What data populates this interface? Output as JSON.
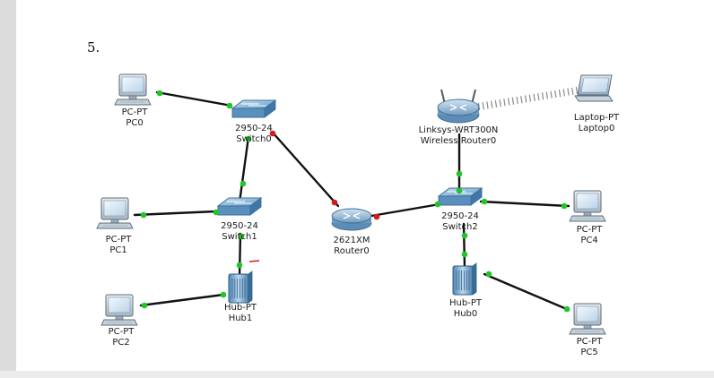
{
  "question_number": "5.",
  "colors": {
    "link": "#111111",
    "port_up": "#22c42a",
    "port_down": "#d41c1c",
    "wireless": "#8a8a8a"
  },
  "devices": [
    {
      "id": "pc0",
      "icon": "pc-icon",
      "line1": "PC-PT",
      "line2": "PC0"
    },
    {
      "id": "pc1",
      "icon": "pc-icon",
      "line1": "PC-PT",
      "line2": "PC1"
    },
    {
      "id": "pc2",
      "icon": "pc-icon",
      "line1": "PC-PT",
      "line2": "PC2"
    },
    {
      "id": "pc4",
      "icon": "pc-icon",
      "line1": "PC-PT",
      "line2": "PC4"
    },
    {
      "id": "pc5",
      "icon": "pc-icon",
      "line1": "PC-PT",
      "line2": "PC5"
    },
    {
      "id": "sw0",
      "icon": "switch-icon",
      "line1": "2950-24",
      "line2": "Switch0"
    },
    {
      "id": "sw1",
      "icon": "switch-icon",
      "line1": "2950-24",
      "line2": "Switch1"
    },
    {
      "id": "sw2",
      "icon": "switch-icon",
      "line1": "2950-24",
      "line2": "Switch2"
    },
    {
      "id": "hub1",
      "icon": "hub-icon",
      "line1": "Hub-PT",
      "line2": "Hub1"
    },
    {
      "id": "hub0",
      "icon": "hub-icon",
      "line1": "Hub-PT",
      "line2": "Hub0"
    },
    {
      "id": "r0",
      "icon": "router-icon",
      "line1": "2621XM",
      "line2": "Router0"
    },
    {
      "id": "wr0",
      "icon": "wireless-router-icon",
      "line1": "Linksys-WRT300N",
      "line2": "Wireless Router0"
    },
    {
      "id": "lap0",
      "icon": "laptop-icon",
      "line1": "Laptop-PT",
      "line2": "Laptop0"
    }
  ],
  "links": [
    {
      "a": "pc0",
      "b": "sw0",
      "a_status": "up",
      "b_status": "up"
    },
    {
      "a": "sw0",
      "b": "sw1",
      "a_status": "up",
      "b_status": "up"
    },
    {
      "a": "sw0",
      "b": "r0",
      "a_status": "down",
      "b_status": "down"
    },
    {
      "a": "pc1",
      "b": "sw1",
      "a_status": "up",
      "b_status": "up"
    },
    {
      "a": "sw1",
      "b": "hub1",
      "a_status": "up",
      "b_status": "up"
    },
    {
      "a": "pc2",
      "b": "hub1",
      "a_status": "up",
      "b_status": "up"
    },
    {
      "a": "r0",
      "b": "sw2",
      "a_status": "down",
      "b_status": "up"
    },
    {
      "a": "sw2",
      "b": "wr0",
      "a_status": "up",
      "b_status": "up"
    },
    {
      "a": "sw2",
      "b": "pc4",
      "a_status": "up",
      "b_status": "up"
    },
    {
      "a": "sw2",
      "b": "hub0",
      "a_status": "up",
      "b_status": "up"
    },
    {
      "a": "hub0",
      "b": "pc5",
      "a_status": "up",
      "b_status": "up"
    }
  ],
  "wireless_links": [
    {
      "a": "wr0",
      "b": "lap0"
    }
  ]
}
